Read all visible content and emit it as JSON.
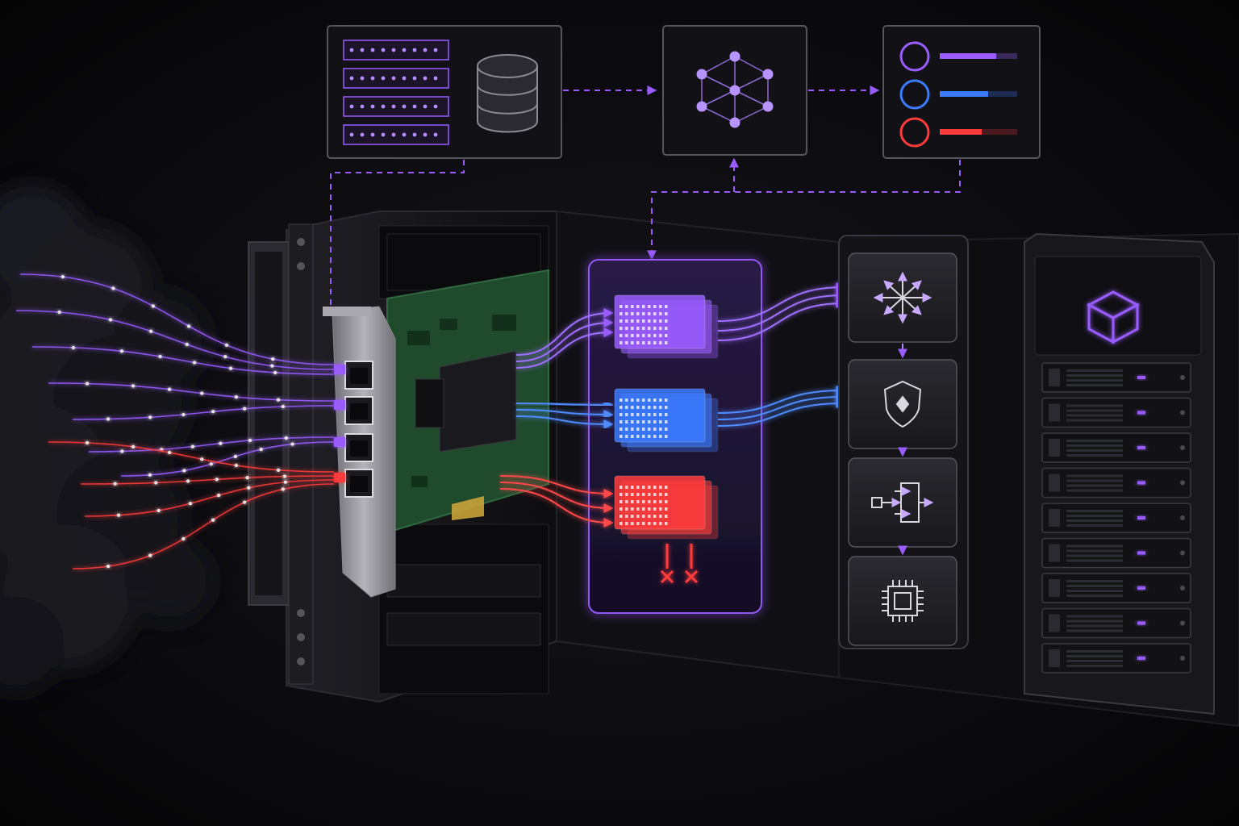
{
  "colors": {
    "background": "#070709",
    "accent_purple": "#9a5cff",
    "accent_blue": "#3b7bff",
    "accent_red": "#ff3b3b",
    "panel_border": "#55555c",
    "panel_fill": "#121216",
    "pcb_green": "#1f4a2c",
    "bracket_silver": "#9a9aa0",
    "chassis": "#16161a",
    "smoke": "#1b1b22"
  },
  "top_panels": [
    {
      "id": "data-store",
      "icon": "database-icon",
      "rows": 4
    },
    {
      "id": "inference",
      "icon": "neural-network-icon"
    },
    {
      "id": "classification",
      "icon": "score-bars-icon",
      "classes": [
        "purple",
        "blue",
        "red"
      ]
    }
  ],
  "traffic_lanes": [
    {
      "id": "purple",
      "color_key": "accent_purple",
      "status": "forwarded"
    },
    {
      "id": "blue",
      "color_key": "accent_blue",
      "status": "forwarded"
    },
    {
      "id": "red",
      "color_key": "accent_red",
      "status": "dropped"
    }
  ],
  "pipeline_stages": [
    {
      "id": "routing",
      "icon": "arrows-out-icon"
    },
    {
      "id": "security",
      "icon": "shield-icon"
    },
    {
      "id": "load-balance",
      "icon": "flow-split-icon"
    },
    {
      "id": "compute",
      "icon": "chip-icon"
    }
  ],
  "server_rack": {
    "icon": "cube-icon",
    "drive_count": 9
  },
  "nic": {
    "port_count": 4
  }
}
